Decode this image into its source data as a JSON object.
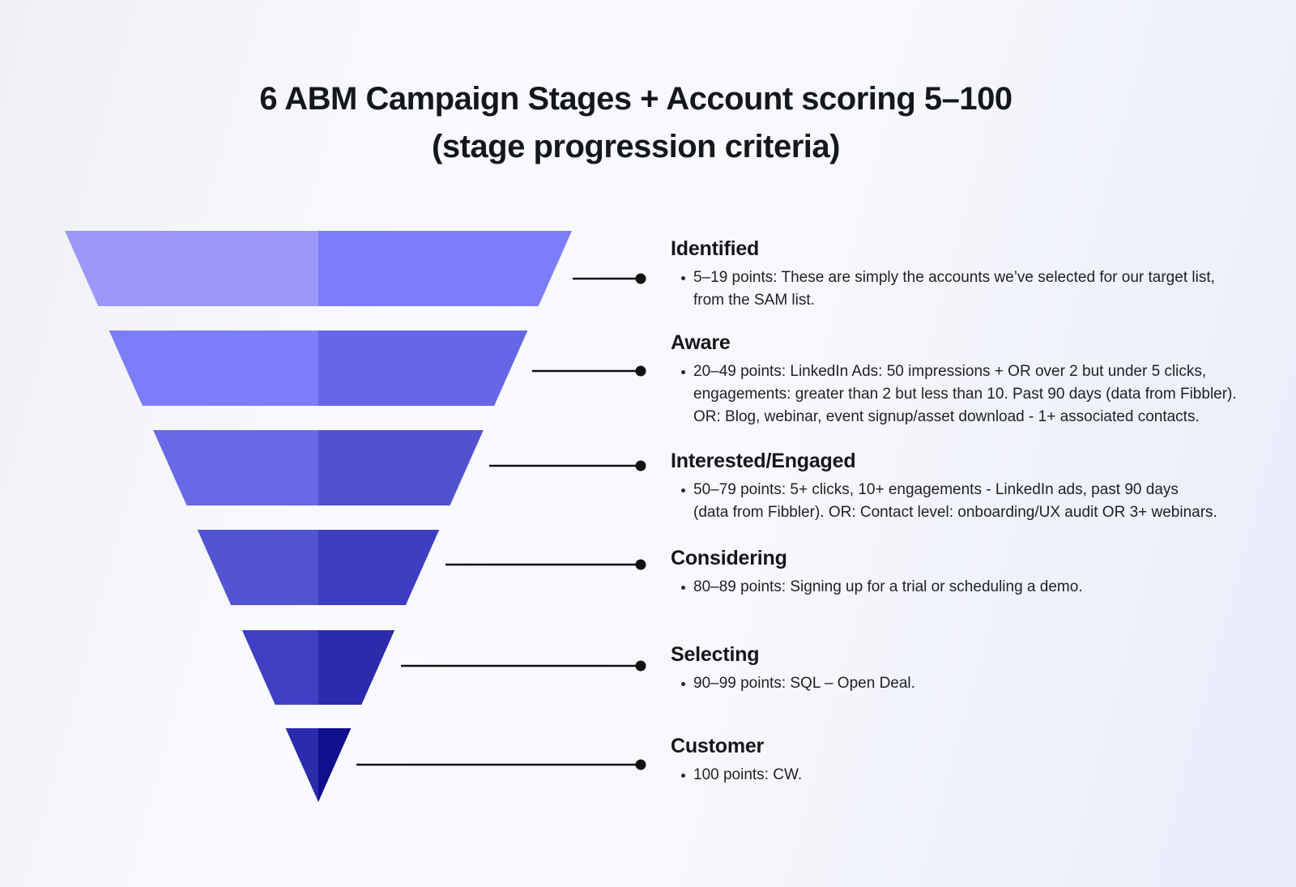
{
  "title": {
    "line1": "6 ABM Campaign Stages + Account scoring 5–100",
    "line2": "(stage progression criteria)"
  },
  "colors": {
    "leader_line": "#111111",
    "background_tint": "#e8ebf9",
    "title_text": "#15171f",
    "body_text": "#1e2026"
  },
  "funnel": {
    "stage_count": "6",
    "score_scale": "5–100"
  },
  "stages": [
    {
      "name": "Identified",
      "points_range": "5–19",
      "color_left": "#9C98FA",
      "color_right": "#7C7DF8",
      "lines": [
        "5–19 points: These are simply the accounts we’ve selected for our target list,",
        "from the SAM list."
      ]
    },
    {
      "name": "Aware",
      "points_range": "20–49",
      "color_left": "#7C7DF8",
      "color_right": "#6567E6",
      "lines": [
        "20–49 points: LinkedIn Ads: 50 impressions + OR over 2 but under 5 clicks,",
        "engagements: greater than 2 but less than 10. Past 90 days (data from Fibbler).",
        "OR: Blog, webinar, event signup/asset download - 1+ associated contacts."
      ]
    },
    {
      "name": "Interested/Engaged",
      "points_range": "50–79",
      "color_left": "#6668E5",
      "color_right": "#5152CF",
      "lines": [
        "50–79 points: 5+ clicks, 10+ engagements - LinkedIn ads, past 90 days",
        "(data from Fibbler). OR: Contact level: onboarding/UX audit OR 3+ webinars."
      ]
    },
    {
      "name": "Considering",
      "points_range": "80–89",
      "color_left": "#5254D1",
      "color_right": "#3E3EC0",
      "lines": [
        "80–89 points: Signing up for a trial or scheduling a demo."
      ]
    },
    {
      "name": "Selecting",
      "points_range": "90–99",
      "color_left": "#3F3FC3",
      "color_right": "#2B2BAB",
      "lines": [
        "90–99 points: SQL – Open Deal."
      ]
    },
    {
      "name": "Customer",
      "points_range": "100",
      "color_left": "#2B2BAB",
      "color_right": "#11108C",
      "lines": [
        "100 points: CW."
      ]
    }
  ]
}
